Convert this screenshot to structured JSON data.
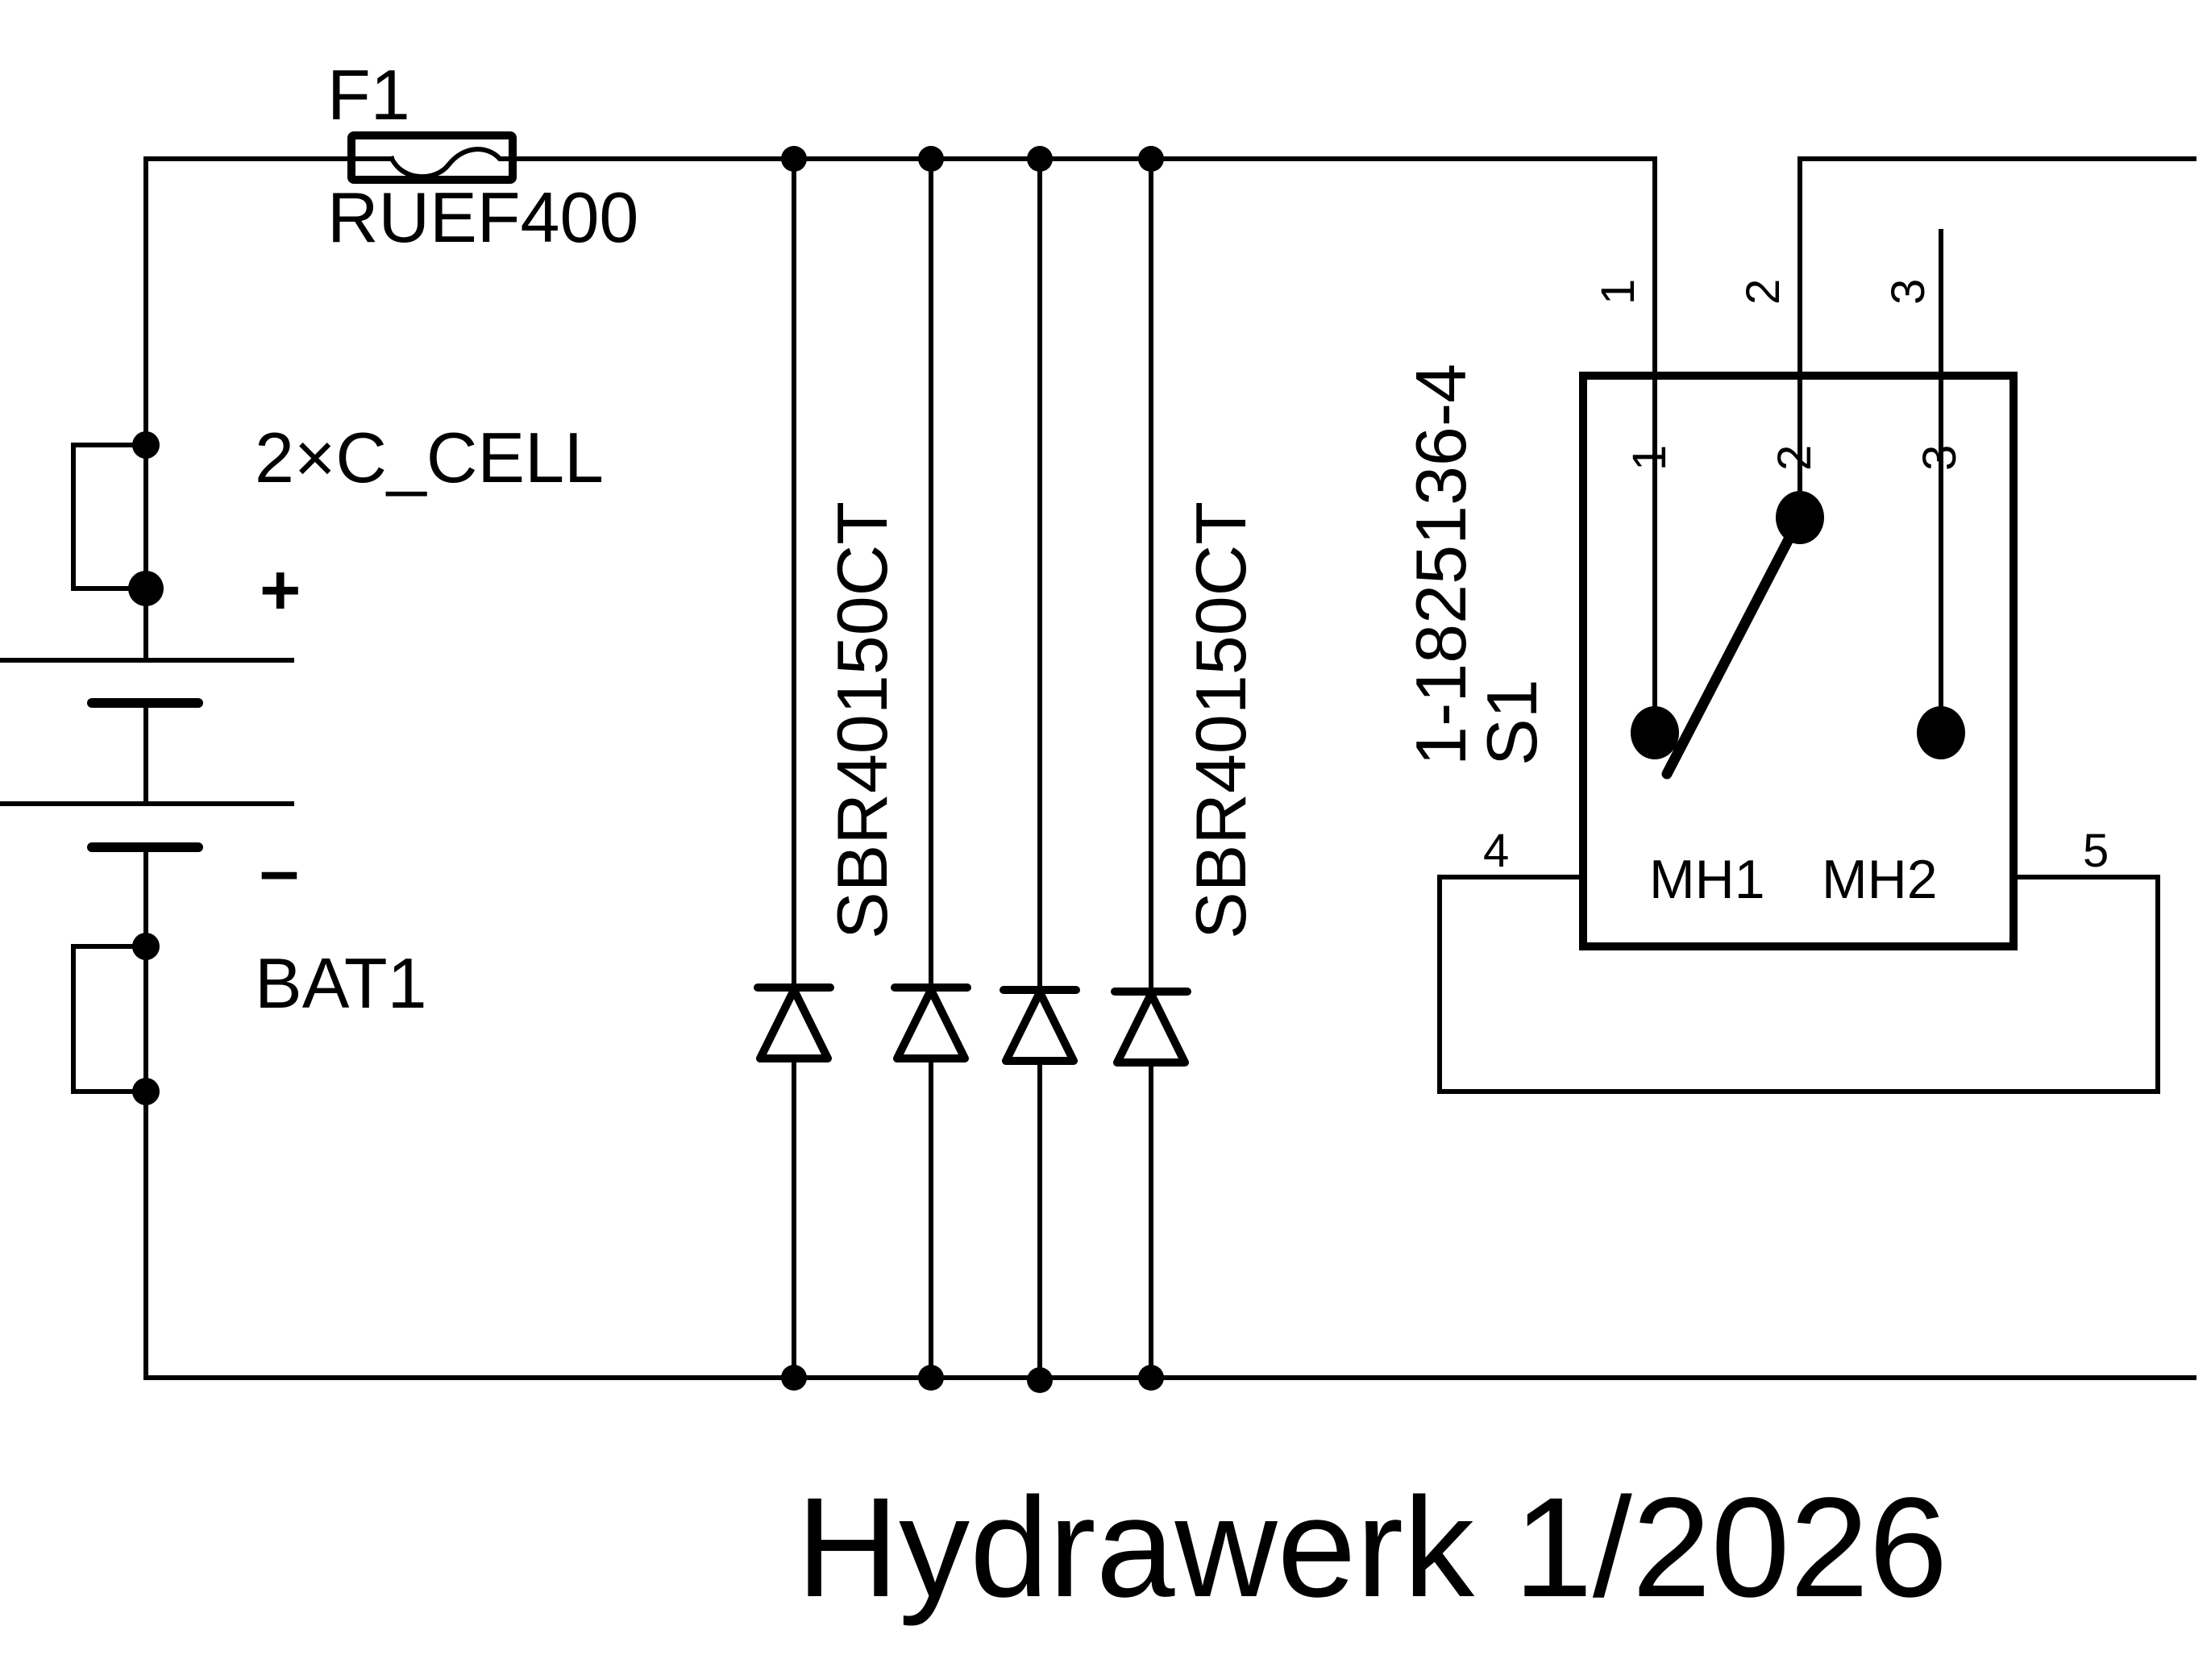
{
  "schematic": {
    "title": "Hydrawerk 1/2026",
    "fuse": {
      "ref": "F1",
      "value": "RUEF400"
    },
    "battery": {
      "ref": "BAT1",
      "value": "2×C_CELL",
      "plus": "+",
      "minus": "–"
    },
    "diodes": [
      {
        "value": "SBR40150CT",
        "labeled": true
      },
      {
        "value": "",
        "labeled": false
      },
      {
        "value": "",
        "labeled": false
      },
      {
        "value": "SBR40150CT",
        "labeled": true
      }
    ],
    "switch": {
      "ref": "S1",
      "value": "1-1825136-4",
      "pins_outer": [
        "1",
        "2",
        "3"
      ],
      "pins_inner": [
        "1",
        "2",
        "3"
      ],
      "mount_pins": [
        "4",
        "5"
      ],
      "mount_holes": [
        "MH1",
        "MH2"
      ]
    }
  }
}
